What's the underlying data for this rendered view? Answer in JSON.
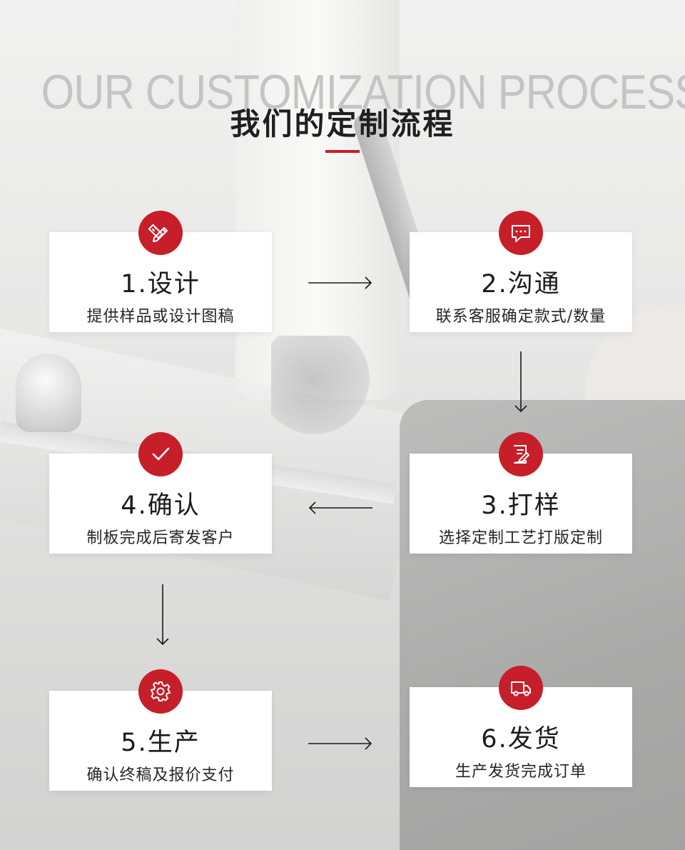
{
  "header": {
    "bg_title": "OUR CUSTOMIZATION PROCESS",
    "title": "我们的定制流程"
  },
  "colors": {
    "accent": "#c61f29",
    "card": "#ffffff",
    "text": "#1b1b1b"
  },
  "steps": [
    {
      "title": "1.设计",
      "desc": "提供样品或设计图稿",
      "icon": "pencil-ruler-icon"
    },
    {
      "title": "2.沟通",
      "desc": "联系客服确定款式/数量",
      "icon": "chat-bubble-icon"
    },
    {
      "title": "3.打样",
      "desc": "选择定制工艺打版定制",
      "icon": "document-edit-icon"
    },
    {
      "title": "4.确认",
      "desc": "制板完成后寄发客户",
      "icon": "checkmark-icon"
    },
    {
      "title": "5.生产",
      "desc": "确认终稿及报价支付",
      "icon": "gear-icon"
    },
    {
      "title": "6.发货",
      "desc": "生产发货完成订单",
      "icon": "delivery-truck-icon"
    }
  ]
}
